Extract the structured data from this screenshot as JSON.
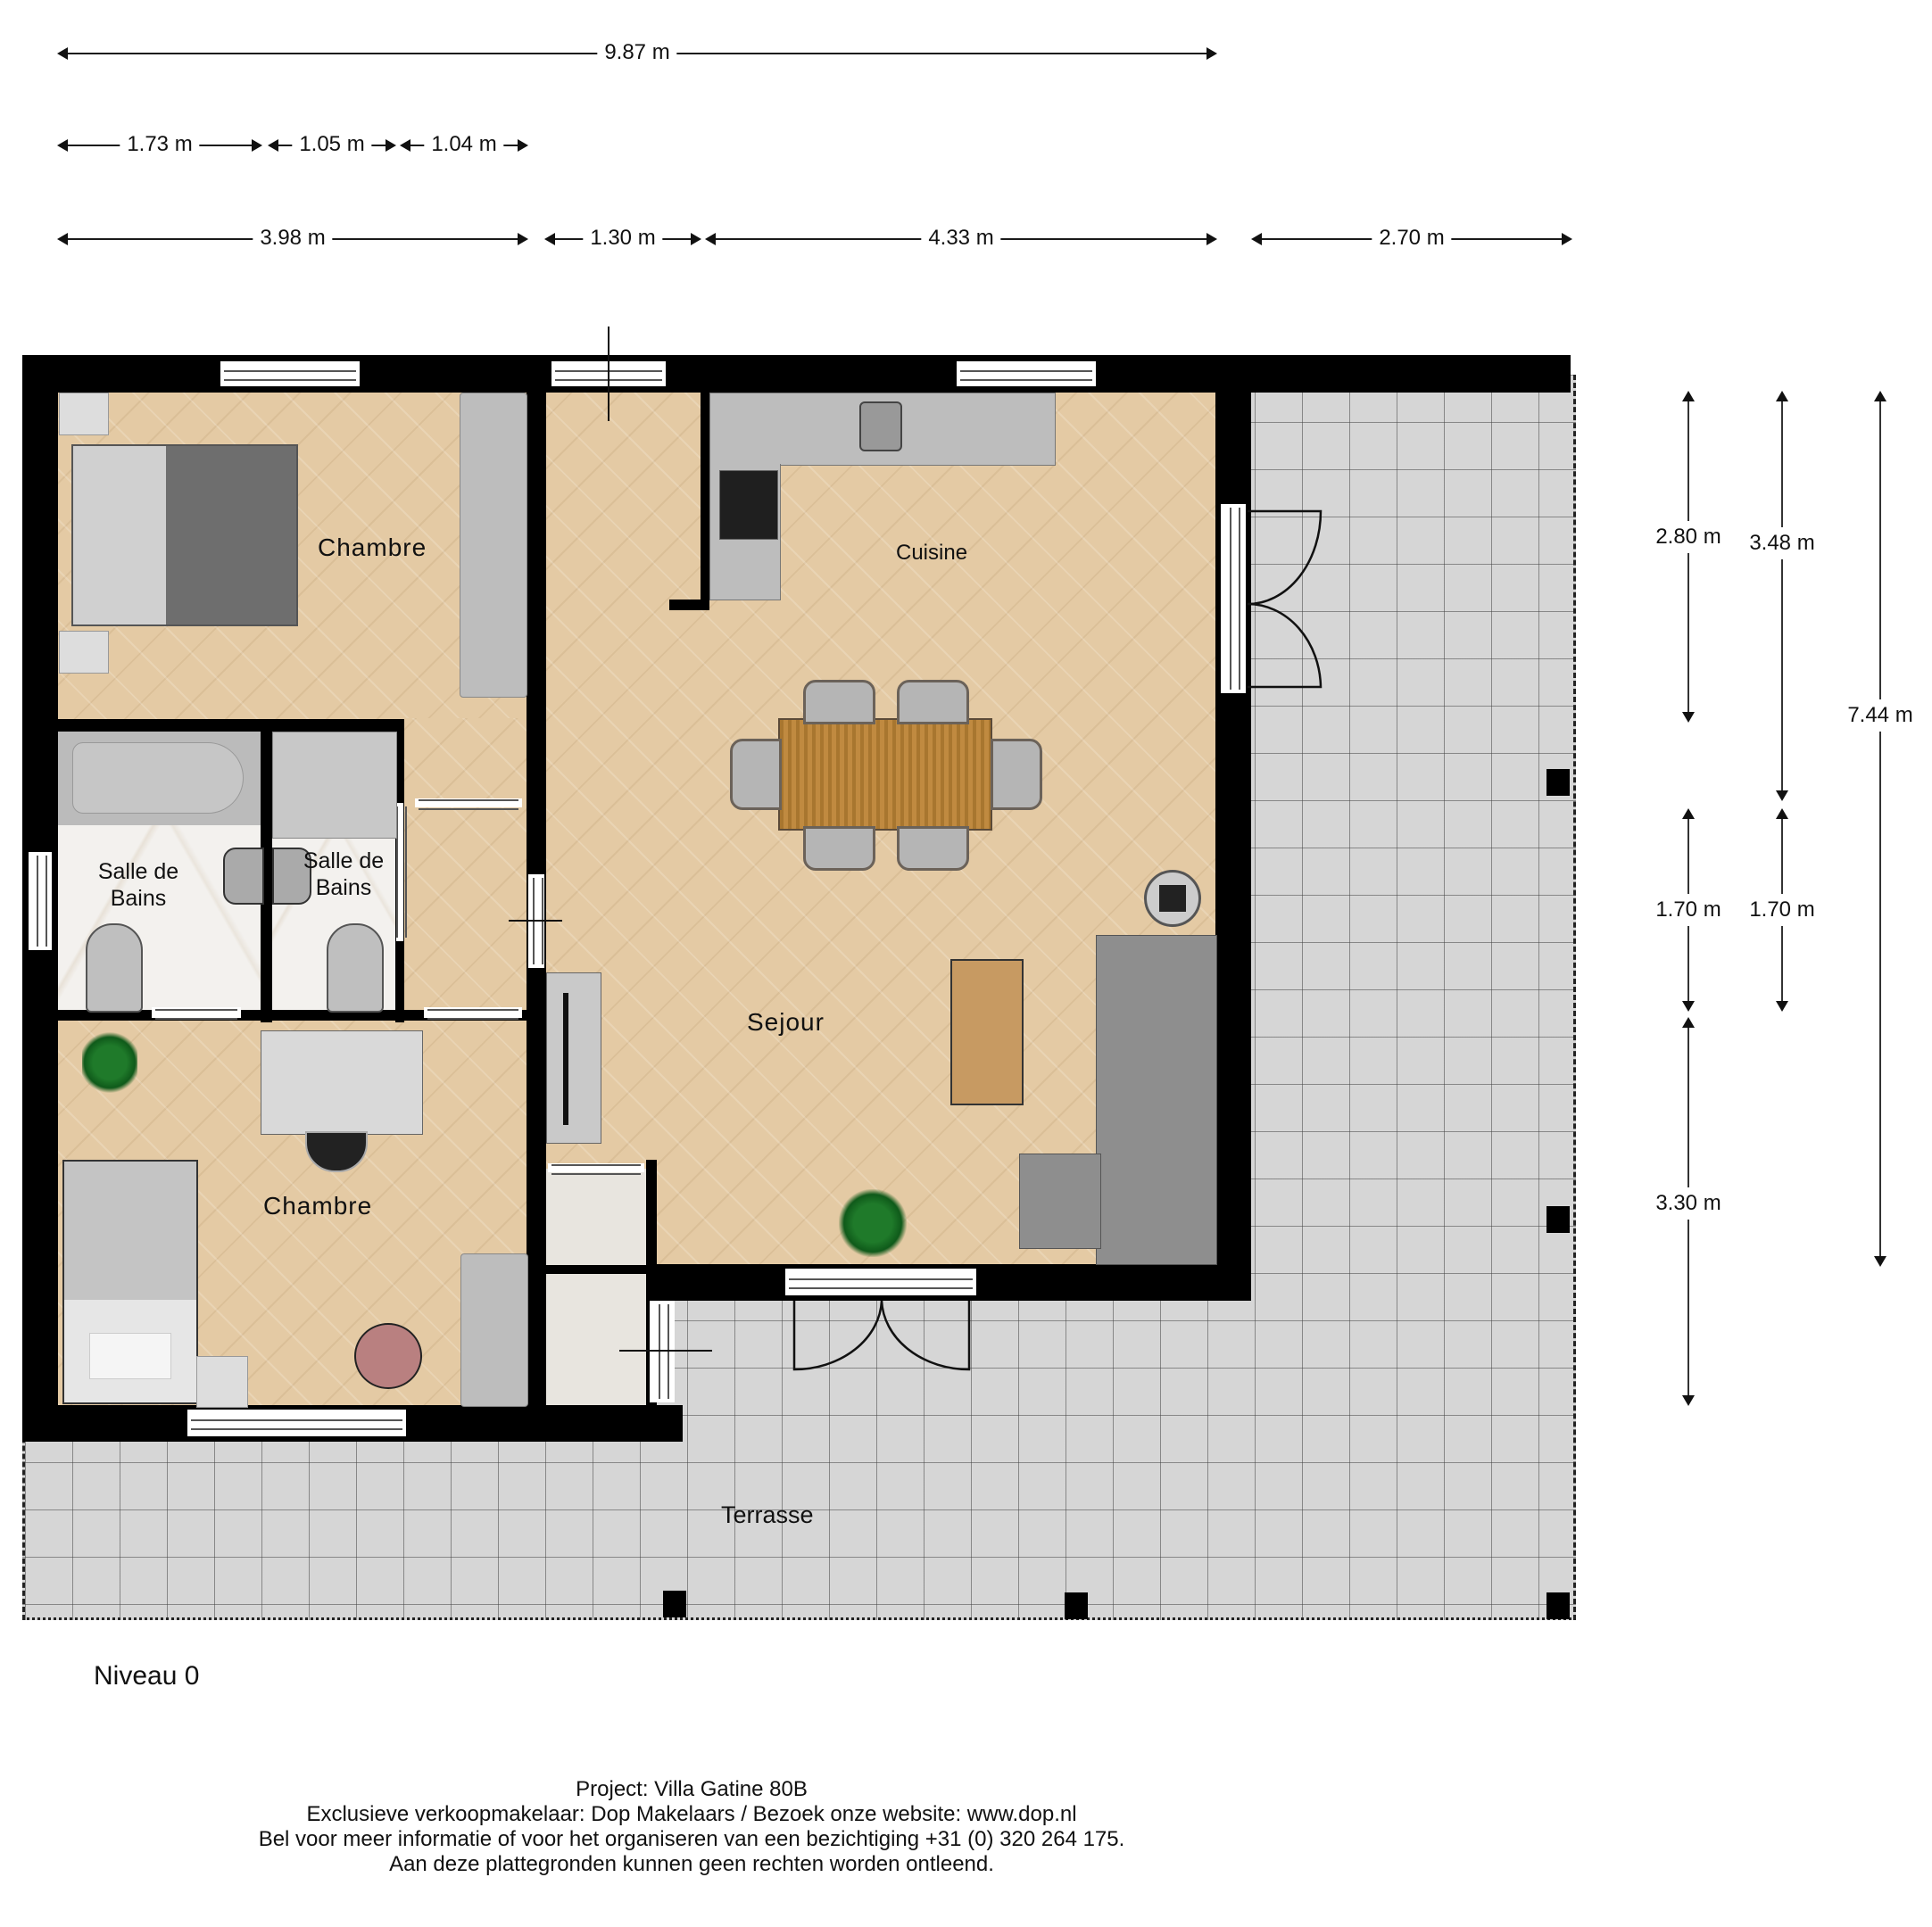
{
  "dimensions": {
    "top_total": "9.87 m",
    "top_row2": [
      "1.73 m",
      "1.05 m",
      "1.04 m"
    ],
    "top_row3": [
      "3.98 m",
      "1.30 m",
      "4.33 m",
      "2.70 m"
    ],
    "right_col1": [
      "2.80 m",
      "1.70 m",
      "3.30 m"
    ],
    "right_col2": [
      "3.48 m",
      "1.70 m"
    ],
    "right_total": "7.44 m"
  },
  "rooms": {
    "chambre_1": "Chambre",
    "salle_de_bains_1": "Salle de Bains",
    "salle_de_bains_2": "Salle de Bains",
    "chambre_2": "Chambre",
    "cuisine": "Cuisine",
    "sejour": "Sejour",
    "terrasse": "Terrasse"
  },
  "level": "Niveau 0",
  "footer": {
    "line1": "Project: Villa Gatine 80B",
    "line2": "Exclusieve verkoopmakelaar: Dop Makelaars / Bezoek onze website: www.dop.nl",
    "line3": "Bel voor meer informatie of voor het organiseren van een bezichtiging +31 (0) 320 264 175.",
    "line4": "Aan deze plattegronden kunnen geen rechten worden ontleend."
  },
  "colors": {
    "wall": "#000000",
    "wood_floor": "#e4caa4",
    "terrace_tile": "#d6d6d6",
    "furniture_grey": "#bdbdbd",
    "sofa_grey": "#8e8e8e"
  }
}
